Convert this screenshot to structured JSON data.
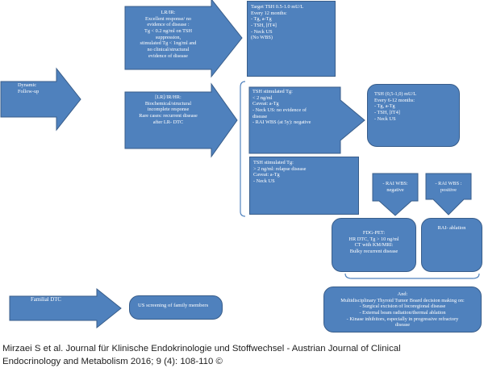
{
  "colors": {
    "box_fill": "#4f81bd",
    "box_border": "#385d8a",
    "text": "#ffffff",
    "bracket": "#4f81bd"
  },
  "nodes": {
    "dynamic_followup": [
      "Dynamic",
      "Follow-up"
    ],
    "lr_ir": [
      "LR/IR:",
      "Excellent response/ no",
      "evidence of disease :",
      "",
      "Tg < 0.2 ng/ml on TSH",
      "suppression,",
      "stimulated Tg < 1ng/ml and",
      "no clinical/structural",
      "evidence of disease"
    ],
    "target_tsh_1": [
      "Target TSH 0.5-1.0 mU/L",
      "",
      "Every 12 months:",
      "- Tg, a-Tg",
      "- TSH, [fT4]",
      "- Neck US",
      "",
      "(No WBS)"
    ],
    "lr_ir_hr": [
      "[LR]/IR/HR:",
      "Biochemical/structural",
      "incomplete response",
      "",
      "Rare cases: recurrent disease",
      "after LR- DTC"
    ],
    "tsh_stim_low": [
      "TSH stimulated Tg:",
      "< 2 ng/ml",
      "Caveat: a-Tg",
      "",
      "- Neck US: no evidence of",
      "disease",
      "",
      "- RAI WBS (at 5y): negative"
    ],
    "tsh_target_2": [
      "TSH (0,5-1,0) mU/L",
      "",
      "Every 6-12 months:",
      "- Tg, a-Tg",
      "- TSH, [fT4]",
      "- Neck US"
    ],
    "tsh_stim_high": [
      "TSH stimulated Tg:",
      "> 2 ng/ml: relapse disease",
      "Caveat: a-Tg",
      "",
      "- Neck US"
    ],
    "rai_negative": [
      "- RAI WBS:",
      "negative"
    ],
    "rai_positive": [
      "- RAI WBS :",
      "positive"
    ],
    "fdg_pet": [
      "FDG-PET:",
      "HR DTC, Tg > 10 ng/ml",
      "",
      "CT with KM/MRI:",
      "Bulky recurrent disease"
    ],
    "rai_ablation": [
      "RAI- ablation"
    ],
    "tumor_board": [
      "And:",
      "Multidisciplinary Thyroid Tumor Board decision making on:",
      "- Surgical excision of locoregional disease",
      "- External beam radiation/thermal ablation",
      "- Kinase inhibitors, especially in progressive refractory",
      "disease"
    ],
    "familial_dtc": [
      "Familial DTC"
    ],
    "us_screening": [
      "US screening of family members"
    ]
  },
  "caption": [
    "Mirzaei S et al. Journal für Klinische Endokrinologie und Stoffwechsel - Austrian Journal of Clinical",
    "Endocrinology and Metabolism 2016; 9 (4): 108-110 ©"
  ]
}
